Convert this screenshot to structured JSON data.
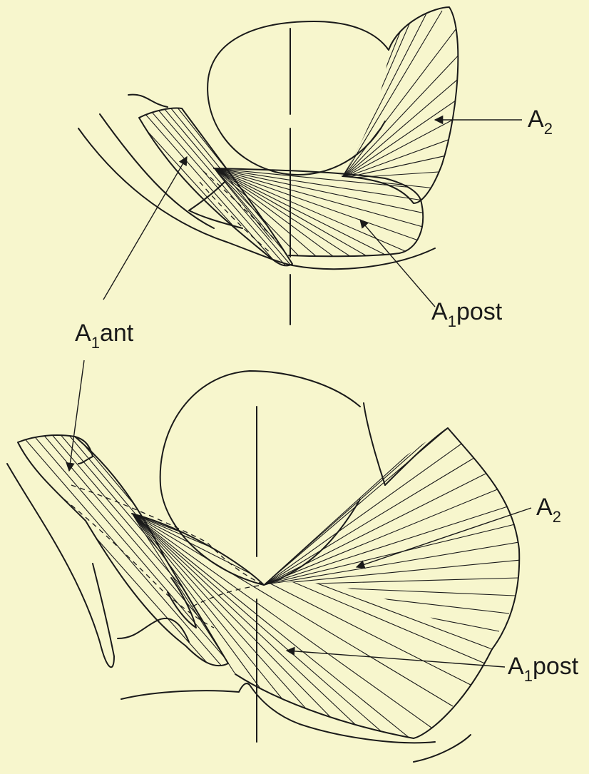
{
  "labels": {
    "top_a2": {
      "main": "A",
      "sub": "2",
      "rest": ""
    },
    "top_a1post": {
      "main": "A",
      "sub": "1",
      "rest": "post"
    },
    "a1ant": {
      "main": "A",
      "sub": "1",
      "rest": "ant"
    },
    "bottom_a2": {
      "main": "A",
      "sub": "2",
      "rest": ""
    },
    "bottom_a1post": {
      "main": "A",
      "sub": "1",
      "rest": "post"
    }
  },
  "colors": {
    "background": "#f7f6cd",
    "ink": "#1a1a1a"
  }
}
